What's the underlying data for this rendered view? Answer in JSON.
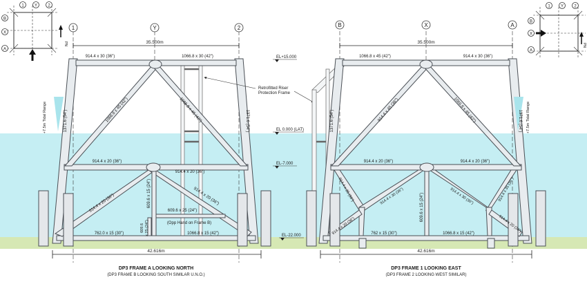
{
  "grid": {
    "left": [
      "1",
      "Y",
      "2"
    ],
    "right": [
      "B",
      "X",
      "A"
    ],
    "key_left": {
      "top": [
        "1",
        "Y",
        "2"
      ],
      "side": [
        "B",
        "X",
        "A"
      ],
      "north": "PN"
    },
    "key_right": {
      "top": [
        "1",
        "Y",
        "2"
      ],
      "side": [
        "B",
        "X",
        "A"
      ],
      "north": "PN"
    }
  },
  "elevations": {
    "el_top": "EL+15.000",
    "el_lat": "EL 0.000 (LAT)",
    "el_mid": "EL-7.000",
    "el_bot": "EL-22.000"
  },
  "annotation": {
    "riser": "Retrofitted Riser\nProtection Frame"
  },
  "frame_a": {
    "title": "DP3 FRAME A LOOKING NORTH",
    "subtitle": "(DP3 FRAME B LOOKING SOUTH SIMILAR U.N.O.)",
    "top_width": "35.500m",
    "bottom_width": "42.616m",
    "tidal": "+7.5m Tidal Range",
    "labels": {
      "top_left": "914.4 x 30 (36\")",
      "top_right": "1066.8 x 30 (42\")",
      "diag_upper_left": "1066.8 x 45 (42\")",
      "diag_upper_right": "1066.8 x 45 (42\")",
      "leg_right": "1371.6 (54\")",
      "leg_left": "1371.6 (54\")",
      "mid_left": "914.4 x 20 (36\")",
      "mid_right": "914.4 x 20 (36\")",
      "vert_mid": "609.6 x 15 (24\")",
      "lower_diag_left": "914.4 x 20 (36\")",
      "lower_diag_right": "914.4 x 20 (36\")",
      "horiz_small": "609.6 x 25 (24\")",
      "opp_hand": "(Opp Hand on Frame B)",
      "vert_small": "609.6\nx 25 (24\")",
      "bot_left": "762.0 x 15 (30\")",
      "bot_right": "1066.8 x 15 (42\")"
    }
  },
  "frame_1": {
    "title": "DP3 FRAME 1 LOOKING EAST",
    "subtitle": "(DP3 FRAME 2 LOOKING WEST SIMILAR)",
    "top_width": "35.500m",
    "bottom_width": "42.616m",
    "tidal": "+7.5m Tidal Range",
    "labels": {
      "top_left": "1066.8 x 45 (42\")",
      "top_right": "914.4 x 30 (36\")",
      "diag_upper_left": "914.4 x 45 (36\")",
      "diag_upper_right": "1066.8 x 45 (42\")",
      "leg_left": "1371.6 (54\")",
      "leg_right": "1371.6 (54\")",
      "mid_left": "914.4 x 20 (36\")",
      "mid_right": "914.4 x 20 (36\")",
      "lower_a": "914.4 x 35 (36\")",
      "lower_b": "914.4 x 30 (36\")",
      "lower_c": "914.4 x 30 (36\")",
      "lower_d": "914.4 x 35 (36\")",
      "vert_mid": "609.6 x 15 (24\")",
      "bot_small": "914.4 x 20 (36\")",
      "bot_mid": "762 x 15 (30\")",
      "bot_right": "1066.8 x 15 (42\")",
      "bot_small_right": "914.4 x 20 (36\")"
    }
  },
  "colors": {
    "water": "#c5eef3",
    "seabed": "#d6e8b4",
    "member": "#e8ecef",
    "outline": "#4a4f55"
  }
}
